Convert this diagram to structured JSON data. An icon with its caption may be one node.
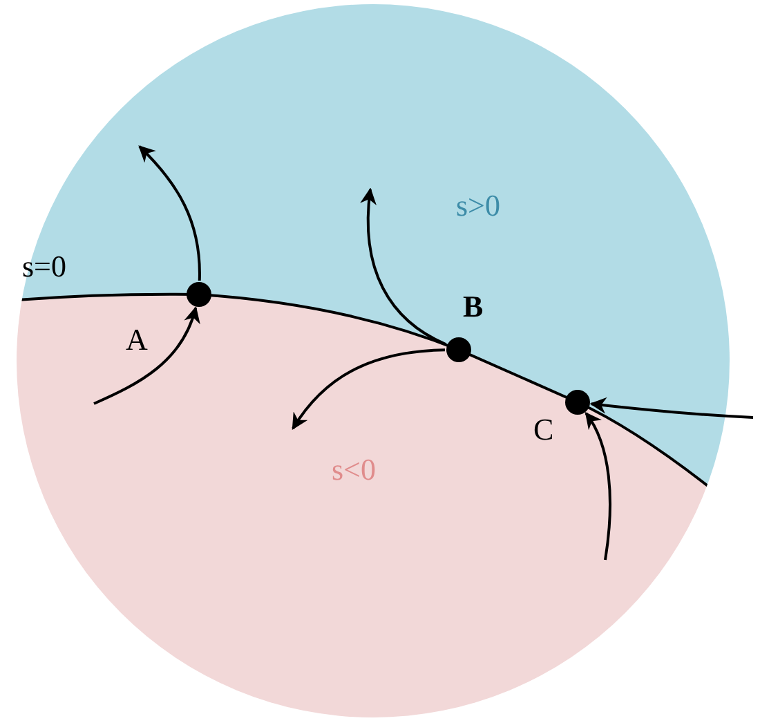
{
  "diagram": {
    "nodes": [
      {
        "text": [],
        "shape": "circle",
        "beside": [
          "A"
        ]
      },
      {
        "text": [],
        "shape": "circle",
        "beside": [
          "B"
        ]
      },
      {
        "text": [],
        "shape": "circle",
        "beside": [
          "C"
        ]
      }
    ],
    "edges": [
      {
        "from": null,
        "to": 0,
        "arrow": "to"
      },
      {
        "from": 0,
        "to": null,
        "arrow": "to"
      },
      {
        "from": 1,
        "to": null,
        "arrow": "to"
      },
      {
        "from": 1,
        "to": null,
        "arrow": "to"
      },
      {
        "from": null,
        "to": 2,
        "arrow": "to"
      },
      {
        "from": null,
        "to": 2,
        "arrow": "to"
      }
    ],
    "labels": [
      "s>0",
      "s=0",
      "s<0"
    ]
  }
}
